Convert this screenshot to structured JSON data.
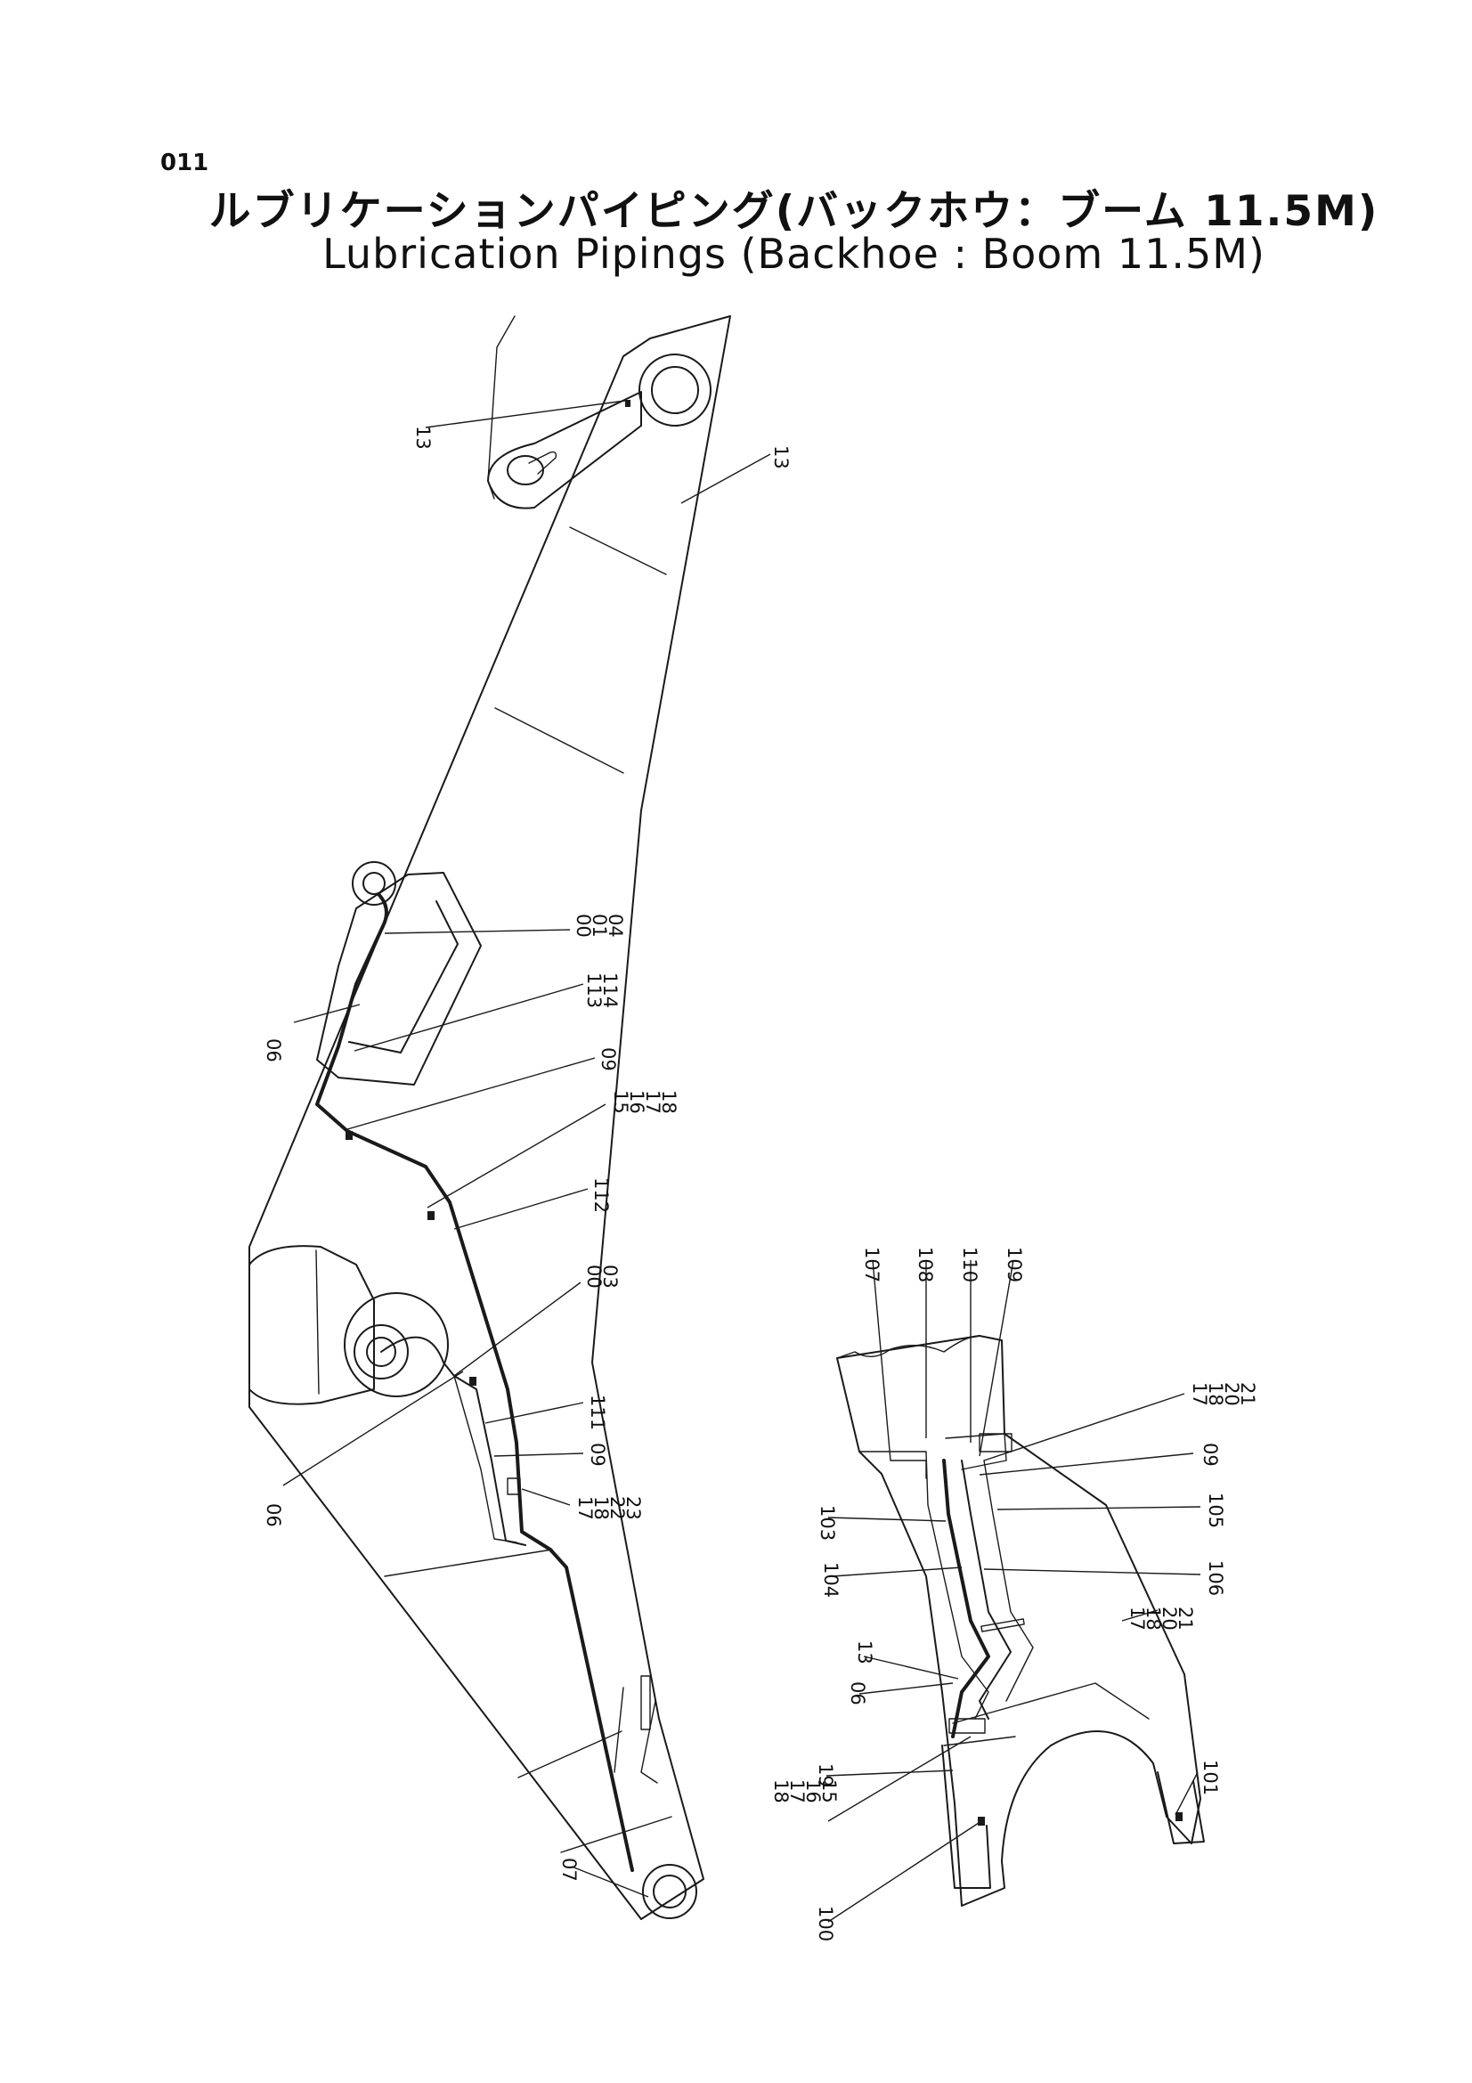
{
  "page": {
    "number": "011",
    "title_ja": "ルブリケーションパイピング(バックホウ：ブーム 11.5M)",
    "title_en": "Lubrication Pipings (Backhoe : Boom 11.5M)"
  },
  "main_view": {
    "callouts": [
      {
        "id": "c-13a",
        "lines": [
          "13"
        ]
      },
      {
        "id": "c-13b",
        "lines": [
          "13"
        ]
      },
      {
        "id": "c-00-01-04",
        "lines": [
          "00",
          "01",
          "04"
        ]
      },
      {
        "id": "c-113-114",
        "lines": [
          "113",
          "114"
        ]
      },
      {
        "id": "c-06a",
        "lines": [
          "06"
        ]
      },
      {
        "id": "c-09a",
        "lines": [
          "09"
        ]
      },
      {
        "id": "c-15-18",
        "lines": [
          "15",
          "16",
          "17",
          "18"
        ]
      },
      {
        "id": "c-112",
        "lines": [
          "112"
        ]
      },
      {
        "id": "c-00-03",
        "lines": [
          "00",
          "03"
        ]
      },
      {
        "id": "c-111",
        "lines": [
          "111"
        ]
      },
      {
        "id": "c-09b",
        "lines": [
          "09"
        ]
      },
      {
        "id": "c-06b",
        "lines": [
          "06"
        ]
      },
      {
        "id": "c-17-23",
        "lines": [
          "17",
          "18",
          "22",
          "23"
        ]
      },
      {
        "id": "c-07",
        "lines": [
          "07"
        ]
      }
    ]
  },
  "detail_view": {
    "callouts": [
      {
        "id": "d-107",
        "lines": [
          "107"
        ]
      },
      {
        "id": "d-108",
        "lines": [
          "108"
        ]
      },
      {
        "id": "d-110",
        "lines": [
          "110"
        ]
      },
      {
        "id": "d-109",
        "lines": [
          "109"
        ]
      },
      {
        "id": "d-17-21a",
        "lines": [
          "17",
          "18",
          "20",
          "21"
        ]
      },
      {
        "id": "d-09",
        "lines": [
          "09"
        ]
      },
      {
        "id": "d-103",
        "lines": [
          "103"
        ]
      },
      {
        "id": "d-105",
        "lines": [
          "105"
        ]
      },
      {
        "id": "d-104",
        "lines": [
          "104"
        ]
      },
      {
        "id": "d-106",
        "lines": [
          "106"
        ]
      },
      {
        "id": "d-17-21b",
        "lines": [
          "17",
          "18",
          "20",
          "21"
        ]
      },
      {
        "id": "d-13",
        "lines": [
          "13"
        ]
      },
      {
        "id": "d-06",
        "lines": [
          "06"
        ]
      },
      {
        "id": "d-19",
        "lines": [
          "19"
        ]
      },
      {
        "id": "d-18-15",
        "lines": [
          "18",
          "17",
          "16",
          "15"
        ]
      },
      {
        "id": "d-101",
        "lines": [
          "101"
        ]
      },
      {
        "id": "d-100",
        "lines": [
          "100"
        ]
      }
    ]
  }
}
